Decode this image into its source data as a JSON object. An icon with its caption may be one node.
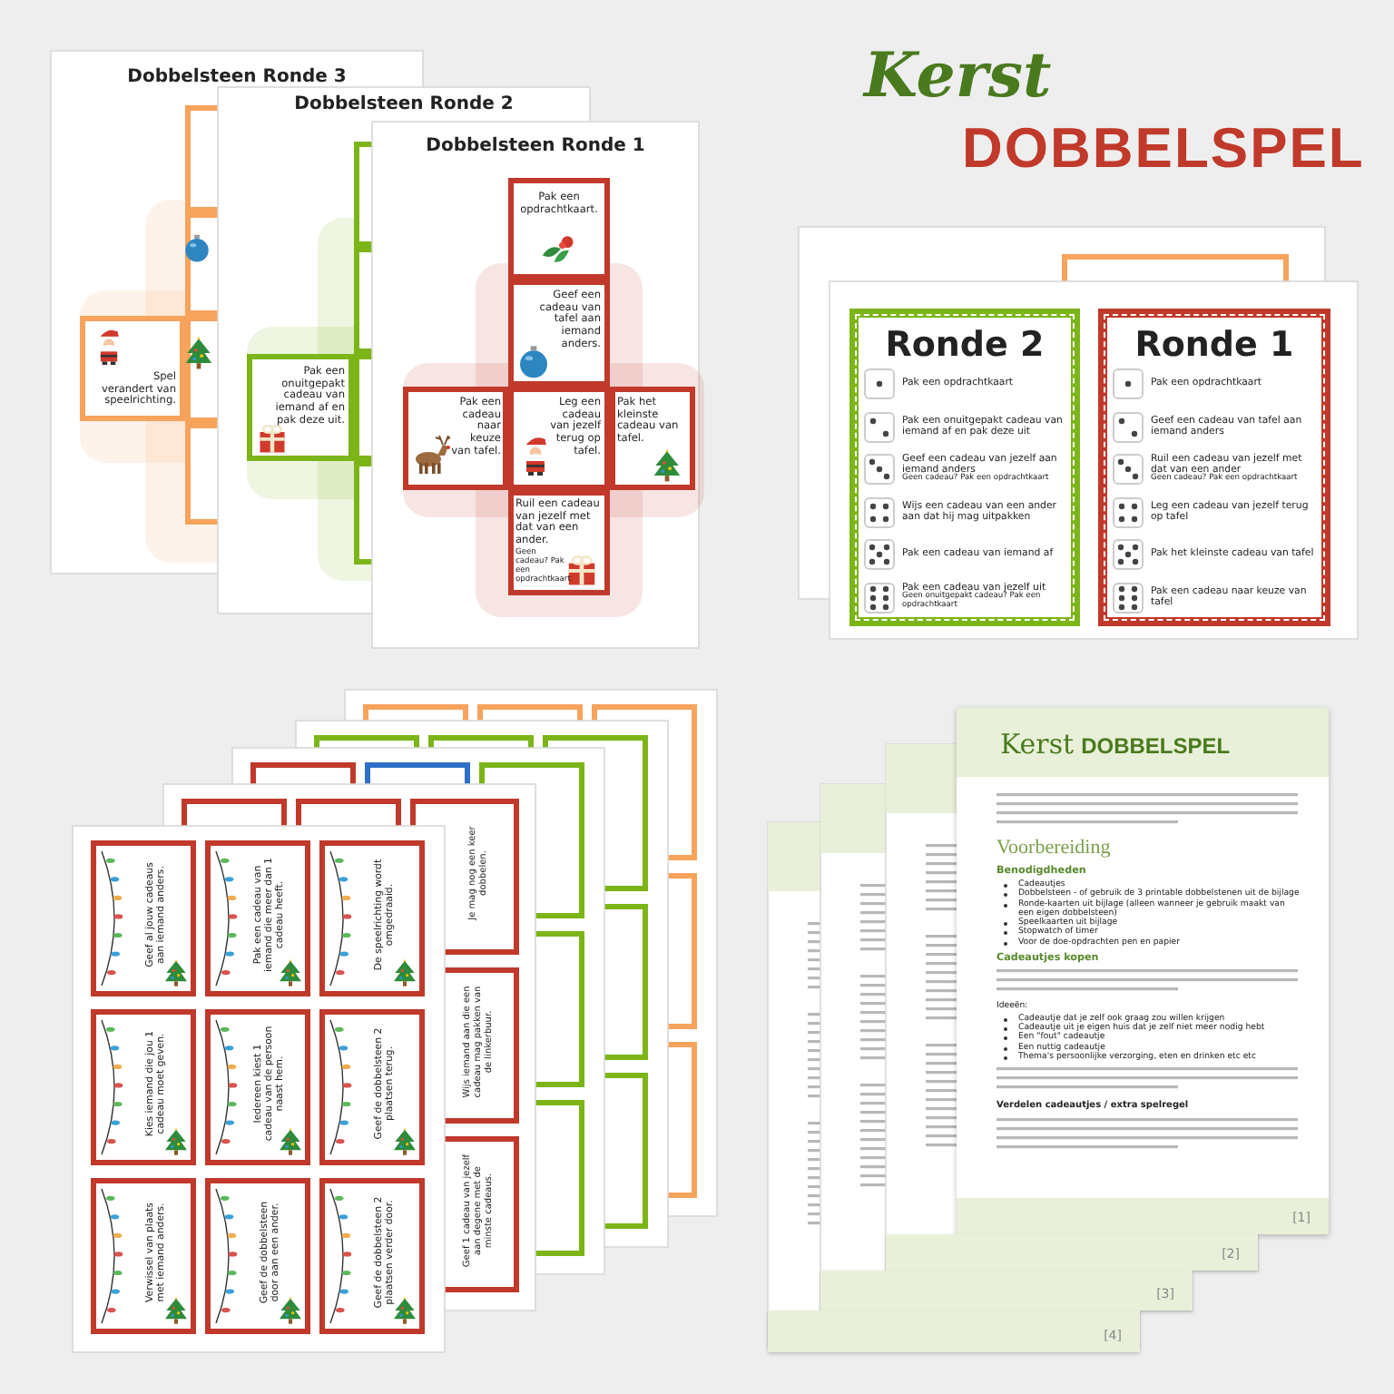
{
  "diagram": {
    "title": "Kerst DOBBELSPEL",
    "nodes": [
      {
        "text": [
          "Spel verandert van speelrichting."
        ]
      },
      {
        "text": [
          "Pak een onuitgepakt cadeau van iemand af en pak deze uit."
        ]
      },
      {
        "text": [
          "Pak een opdrachtkaart."
        ]
      },
      {
        "text": [
          "Geef een cadeau van tafel aan iemand anders."
        ]
      },
      {
        "text": [
          "Pak een cadeau naar keuze van tafel."
        ]
      },
      {
        "text": [
          "Leg een cadeau van jezelf terug op tafel."
        ]
      },
      {
        "text": [
          "Pak het kleinste cadeau van tafel."
        ]
      },
      {
        "text": [
          "Ruil een cadeau van jezelf met dat van een ander.",
          "Geen cadeau? Pak een opdrachtkaart."
        ]
      },
      {
        "text": [
          "Ronde 2"
        ]
      },
      {
        "text": [
          "Pak een opdrachtkaart"
        ],
        "in": 8
      },
      {
        "text": [
          "Pak een onuitgepakt cadeau van iemand af en pak deze uit"
        ],
        "in": 8
      },
      {
        "text": [
          "Geef een cadeau van jezelf aan iemand anders",
          "Geen cadeau? Pak een opdrachtkaart"
        ],
        "in": 8
      },
      {
        "text": [
          "Wijs een cadeau van een ander aan dat hij mag uitpakken"
        ],
        "in": 8
      },
      {
        "text": [
          "Pak een cadeau van iemand af"
        ],
        "in": 8
      },
      {
        "text": [
          "Pak een cadeau van jezelf uit",
          "Geen onuitgepakt cadeau? Pak een opdrachtkaart"
        ],
        "in": 8
      },
      {
        "text": [
          "Ronde 1"
        ]
      },
      {
        "text": [
          "Pak een opdrachtkaart"
        ],
        "in": 15
      },
      {
        "text": [
          "Geef een cadeau van tafel aan iemand anders"
        ],
        "in": 15
      },
      {
        "text": [
          "Ruil een cadeau van jezelf met dat van een ander",
          "Geen cadeau? Pak een opdrachtkaart"
        ],
        "in": 15
      },
      {
        "text": [
          "Leg een cadeau van jezelf terug op tafel"
        ],
        "in": 15
      },
      {
        "text": [
          "Pak het kleinste cadeau van tafel"
        ],
        "in": 15
      },
      {
        "text": [
          "Pak een cadeau naar keuze van tafel"
        ],
        "in": 15
      },
      {
        "text": [
          "Geef al jouw cadeaus aan iemand anders."
        ]
      },
      {
        "text": [
          "Pak een cadeau van iemand die meer dan 1 cadeau heeft."
        ]
      },
      {
        "text": [
          "De speelrichting wordt omgedraaid."
        ]
      },
      {
        "text": [
          "Kies iemand die jou 1 cadeau moet geven."
        ]
      },
      {
        "text": [
          "Iedereen kiest 1 cadeau van de persoon naast hem."
        ]
      },
      {
        "text": [
          "Geef de dobbelsteen 2 plaatsen terug."
        ]
      },
      {
        "text": [
          "Verwissel van plaats met iemand anders."
        ]
      },
      {
        "text": [
          "Geef de dobbelsteen door aan een ander."
        ]
      },
      {
        "text": [
          "Geef de dobbelsteen 2 plaatsen verder door."
        ]
      },
      {
        "text": [
          "Je mag nog een keer dobbelen."
        ]
      },
      {
        "text": [
          "Wijs iemand aan die een cadeau mag pakken van de linkerbuur."
        ]
      },
      {
        "text": [
          "Geef 1 cadeau van jezelf aan degene met de minste cadeaus."
        ]
      },
      {
        "text": [
          "Kerst",
          "DOBBELSPEL",
          "Voorbereiding",
          "Benodigdheden",
          "Cadeautjes",
          "Dobbelsteen - of gebruik de 3 printable dobbelstenen uit de bijlage",
          "Ronde-kaarten uit bijlage (alleen wanneer je gebruik maakt van een eigen dobbelsteen)",
          "Speelkaarten uit bijlage",
          "Stopwatch of timer",
          "Voor de doe-opdrachten pen en papier",
          "Cadeautjes kopen",
          "Ideeën:",
          "Cadeautje dat je zelf ook graag zou willen krijgen",
          "Cadeautje uit je eigen huis dat je zelf niet meer nodig hebt",
          "Een \"fout\" cadeautje",
          "Een nuttig cadeautje",
          "Thema's persoonlijke verzorging, eten en drinken etc etc",
          "Verdelen cadeautjes / extra spelregel",
          "[1]"
        ]
      },
      {
        "text": [
          "[2]"
        ]
      },
      {
        "text": [
          "[3]"
        ]
      },
      {
        "text": [
          "[4]"
        ]
      }
    ],
    "labels": [
      "Dobbelsteen Ronde 3",
      "Dobbelsteen Ronde 2",
      "Dobbelsteen Ronde 1"
    ]
  }
}
